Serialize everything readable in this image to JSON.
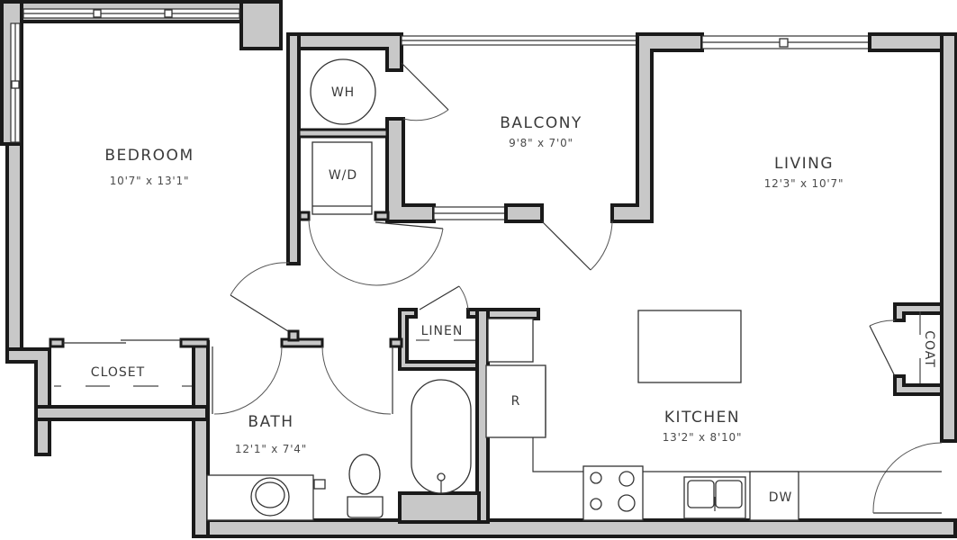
{
  "floor_plan": {
    "rooms": {
      "bedroom": {
        "name": "BEDROOM",
        "dimensions": "10'7\" x 13'1\""
      },
      "balcony": {
        "name": "BALCONY",
        "dimensions": "9'8\" x 7'0\""
      },
      "living": {
        "name": "LIVING",
        "dimensions": "12'3\" x 10'7\""
      },
      "kitchen": {
        "name": "KITCHEN",
        "dimensions": "13'2\" x 8'10\""
      },
      "bath": {
        "name": "BATH",
        "dimensions": "12'1\" x 7'4\""
      }
    },
    "labels": {
      "closet": "CLOSET",
      "linen": "LINEN",
      "coat": "COAT",
      "water_heater": "WH",
      "washer_dryer": "W/D",
      "refrigerator": "R",
      "dishwasher": "DW"
    },
    "colors": {
      "wall_fill": "#c8c8c8",
      "wall_outline": "#1a1a1a",
      "text": "#3a3a3a",
      "background": "#ffffff"
    }
  }
}
